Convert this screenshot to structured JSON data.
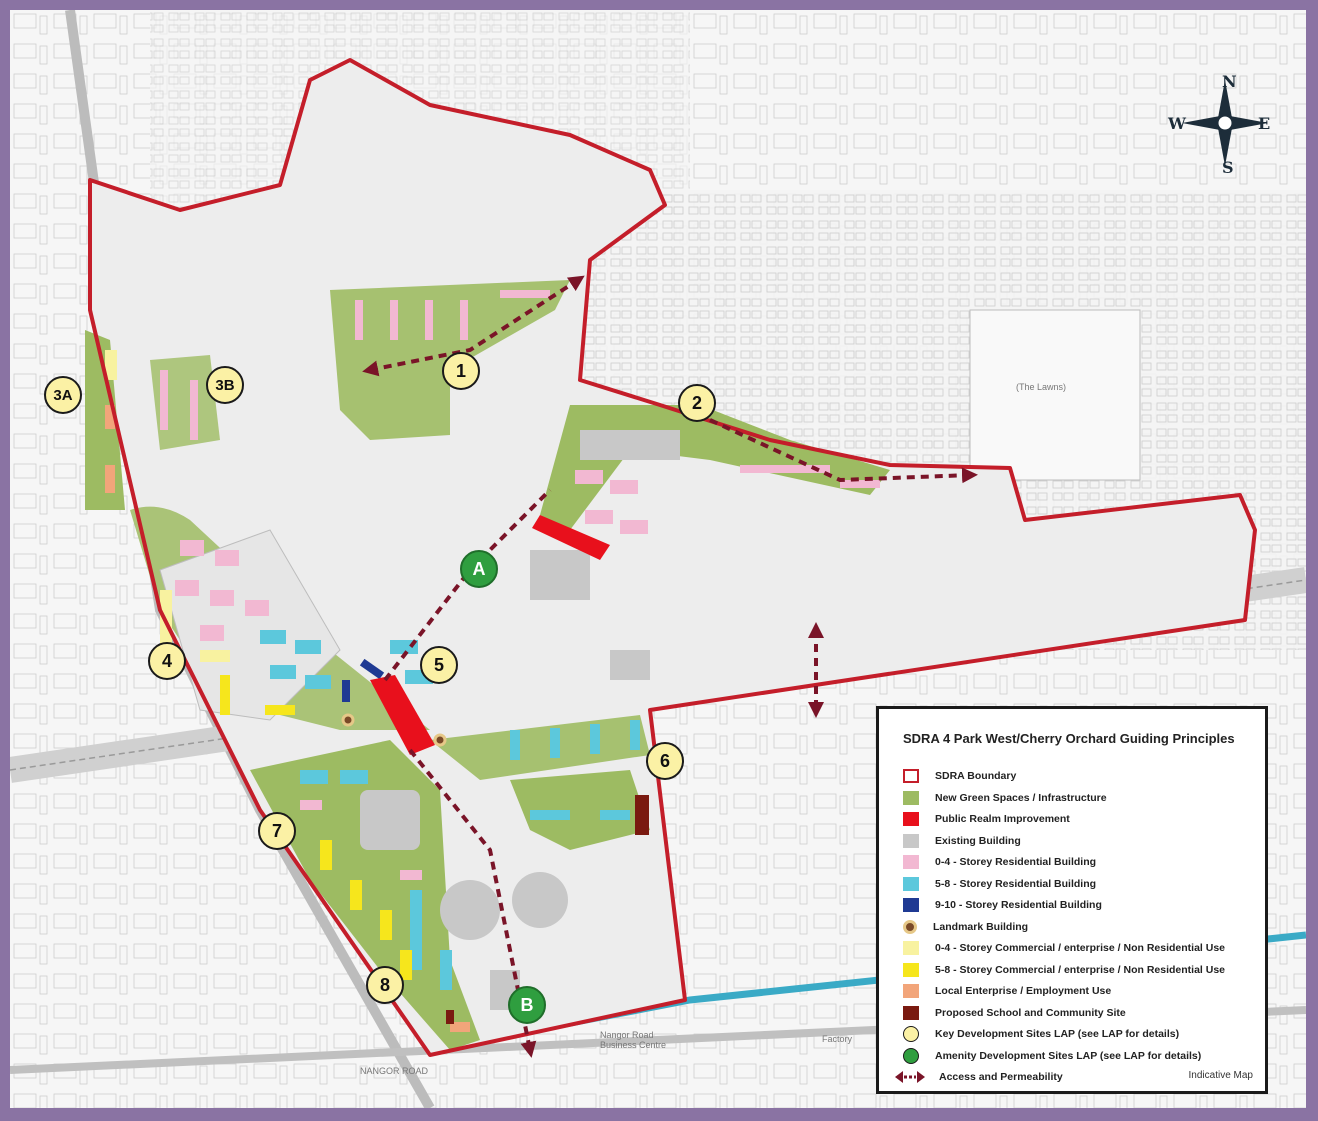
{
  "legend": {
    "title": "SDRA 4 Park West/Cherry Orchard Guiding Principles",
    "items": [
      {
        "label": "SDRA Boundary",
        "swatch": "#ffffff",
        "border": "#c41e2a",
        "shape": "box"
      },
      {
        "label": "New Green Spaces / Infrastructure",
        "swatch": "#9dbb62",
        "border": "",
        "shape": "box"
      },
      {
        "label": "Public Realm Improvement",
        "swatch": "#e8101c",
        "border": "",
        "shape": "box"
      },
      {
        "label": "Existing Building",
        "swatch": "#c8c8c8",
        "border": "",
        "shape": "box"
      },
      {
        "label": "0-4   - Storey Residential Building",
        "swatch": "#f2b8d2",
        "border": "",
        "shape": "box"
      },
      {
        "label": "5-8   - Storey Residential Building",
        "swatch": "#5cc8dc",
        "border": "",
        "shape": "box"
      },
      {
        "label": "9-10 - Storey Residential Building",
        "swatch": "#1f3a93",
        "border": "",
        "shape": "box"
      },
      {
        "label": "Landmark Building",
        "swatch": "#7a4a28",
        "border": "#e6c888",
        "shape": "dot"
      },
      {
        "label": "0-4   - Storey Commercial / enterprise / Non Residential Use",
        "swatch": "#f8f2a0",
        "border": "",
        "shape": "box"
      },
      {
        "label": "5-8   - Storey Commercial / enterprise / Non Residential Use",
        "swatch": "#f6e61c",
        "border": "",
        "shape": "box"
      },
      {
        "label": "Local Enterprise / Employment Use",
        "swatch": "#f2a57a",
        "border": "",
        "shape": "box"
      },
      {
        "label": "Proposed School and Community Site",
        "swatch": "#7a1a10",
        "border": "",
        "shape": "box"
      },
      {
        "label": "Key Development Sites LAP (see LAP for details)",
        "swatch": "#fbf1a5",
        "border": "#1a1a1a",
        "shape": "circle"
      },
      {
        "label": "Amenity Development Sites LAP (see LAP for details)",
        "swatch": "#2f9e3f",
        "border": "#1a1a1a",
        "shape": "circle"
      },
      {
        "label": "Access and Permeability",
        "swatch": "#7a1428",
        "border": "",
        "shape": "arrow"
      }
    ],
    "footnote": "Indicative Map"
  },
  "sites": {
    "key": [
      "1",
      "2",
      "3A",
      "3B",
      "4",
      "5",
      "6",
      "7",
      "8"
    ],
    "amenity": [
      "A",
      "B"
    ]
  },
  "compass": {
    "n": "N",
    "s": "S",
    "e": "E",
    "w": "W"
  },
  "map_labels": {
    "lawns": "(The Lawns)",
    "nangor": "NANGOR ROAD",
    "nangor_business": "Nangor Road Business Centre",
    "factory": "Factory"
  },
  "colors": {
    "boundary": "#c41e2a",
    "green": "#9dbb62",
    "canal": "#3aaac6",
    "access": "#7a1428"
  }
}
